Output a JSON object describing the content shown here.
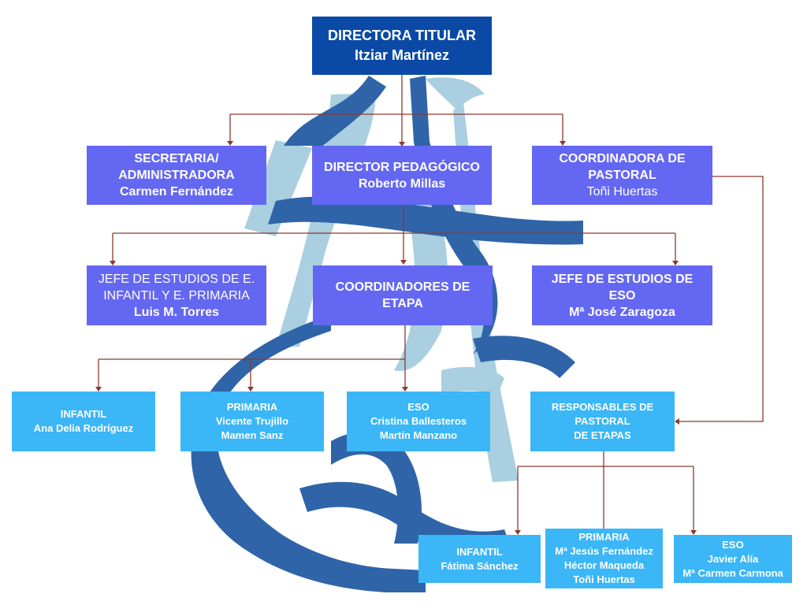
{
  "colors": {
    "top": "#0a4aa6",
    "middle": "#6467f2",
    "bottom": "#3bb6f7",
    "connector": "#8b3a2f",
    "watermark_dark": "#2f64a8",
    "watermark_light": "#a9cfe0"
  },
  "top": {
    "title": "DIRECTORA TITULAR",
    "name": "Itziar Martínez"
  },
  "secretaria": {
    "line1": "SECRETARIA/",
    "line2": "ADMINISTRADORA",
    "name": "Carmen Fernández"
  },
  "director_pedagogico": {
    "title": "DIRECTOR PEDAGÓGICO",
    "name": "Roberto Millas"
  },
  "coord_pastoral": {
    "line1": "COORDINADORA DE",
    "line2": "PASTORAL",
    "name": "Toñi Huertas"
  },
  "jefe_infantil_primaria": {
    "line1": "JEFE DE ESTUDIOS DE E.",
    "line2": "INFANTIL Y E. PRIMARIA",
    "name": "Luis M. Torres"
  },
  "coordinadores_etapa": {
    "line1": "COORDINADORES DE",
    "line2": "ETAPA"
  },
  "jefe_eso": {
    "line1": "JEFE DE ESTUDIOS DE",
    "line2": "ESO",
    "name": "Mª José Zaragoza"
  },
  "etapa_infantil": {
    "title": "INFANTIL",
    "name": "Ana Delia Rodríguez"
  },
  "etapa_primaria": {
    "title": "PRIMARIA",
    "name1": "Vicente Trujillo",
    "name2": "Mamen Sanz"
  },
  "etapa_eso": {
    "title": "ESO",
    "name1": "Cristina Ballesteros",
    "name2": "Martín Manzano"
  },
  "resp_pastoral": {
    "line1": "RESPONSABLES DE",
    "line2": "PASTORAL",
    "line3": "DE ETAPAS"
  },
  "pastoral_infantil": {
    "title": "INFANTIL",
    "name": "Fátima Sánchez"
  },
  "pastoral_primaria": {
    "title": "PRIMARIA",
    "name1": "Mª Jesús Fernández",
    "name2": "Héctor Maqueda",
    "name3": "Toñi Huertas"
  },
  "pastoral_eso": {
    "title": "ESO",
    "name1": "Javier Alía",
    "name2": "Mª Carmen Carmona"
  }
}
